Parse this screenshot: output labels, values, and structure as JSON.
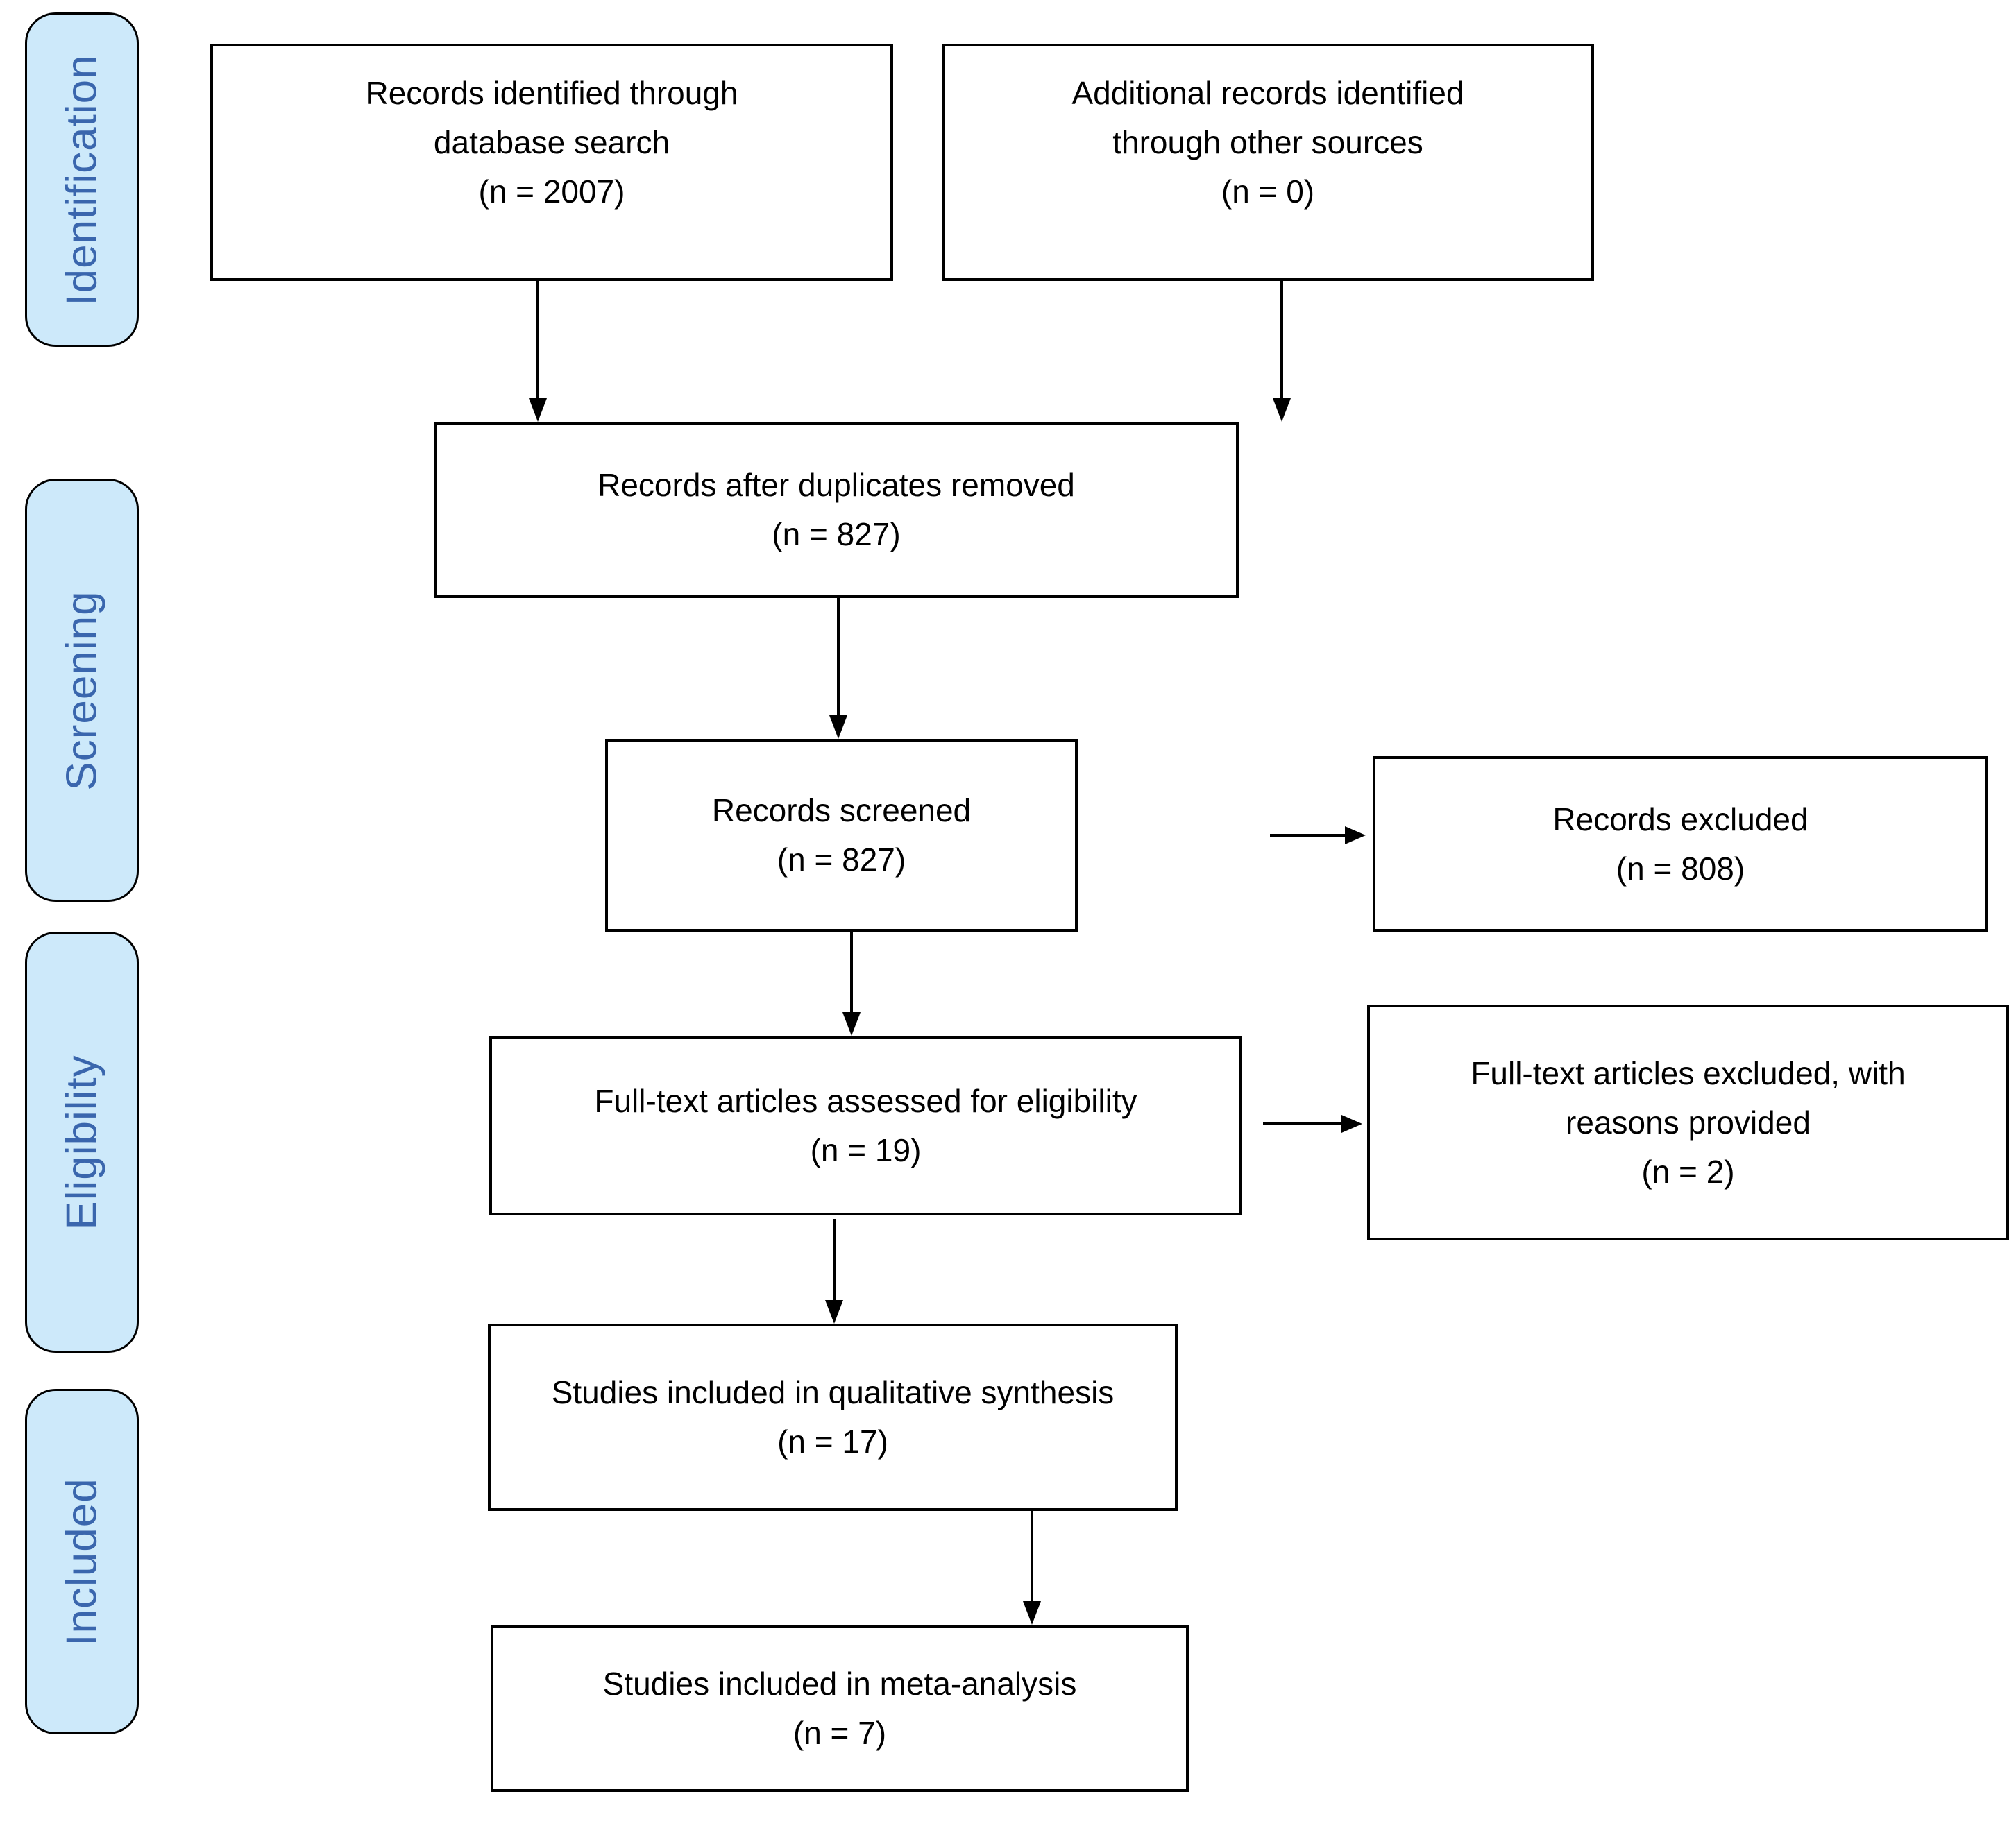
{
  "diagram": {
    "colors": {
      "band_fill": "#cde9fa",
      "band_border": "#000000",
      "band_text": "#3a66ad",
      "box_fill": "#ffffff",
      "box_border": "#000000",
      "box_text": "#000000",
      "background": "#ffffff",
      "arrow": "#000000"
    },
    "stages": [
      {
        "label": "Identification"
      },
      {
        "label": "Screening"
      },
      {
        "label": "Eligibility"
      },
      {
        "label": "Included"
      }
    ],
    "boxes": {
      "records_identified": {
        "lines": [
          "Records identified through",
          "database search",
          "(n = 2007)"
        ],
        "n": 2007
      },
      "additional_records": {
        "lines": [
          "Additional records identified",
          "through other sources",
          "(n = 0)"
        ],
        "n": 0
      },
      "duplicates_removed": {
        "lines": [
          "Records after duplicates removed",
          "(n = 827)"
        ],
        "n": 827
      },
      "records_screened": {
        "lines": [
          "Records screened",
          "(n = 827)"
        ],
        "n": 827
      },
      "records_excluded": {
        "lines": [
          "Records excluded",
          "(n = 808)"
        ],
        "n": 808
      },
      "fulltext_assessed": {
        "lines": [
          "Full-text articles assessed for eligibility",
          "(n = 19)"
        ],
        "n": 19
      },
      "fulltext_excluded": {
        "lines": [
          "Full-text articles excluded, with",
          "reasons provided",
          "(n = 2)"
        ],
        "n": 2
      },
      "qualitative_synthesis": {
        "lines": [
          "Studies included in qualitative synthesis",
          "(n = 17)"
        ],
        "n": 17
      },
      "meta_analysis": {
        "lines": [
          "Studies included in meta-analysis",
          "(n = 7)"
        ],
        "n": 7
      }
    },
    "edges": [
      {
        "from": "records_identified",
        "to": "duplicates_removed"
      },
      {
        "from": "additional_records",
        "to": "duplicates_removed"
      },
      {
        "from": "duplicates_removed",
        "to": "records_screened"
      },
      {
        "from": "records_screened",
        "to": "records_excluded"
      },
      {
        "from": "records_screened",
        "to": "fulltext_assessed"
      },
      {
        "from": "fulltext_assessed",
        "to": "fulltext_excluded"
      },
      {
        "from": "fulltext_assessed",
        "to": "qualitative_synthesis"
      },
      {
        "from": "qualitative_synthesis",
        "to": "meta_analysis"
      }
    ]
  }
}
